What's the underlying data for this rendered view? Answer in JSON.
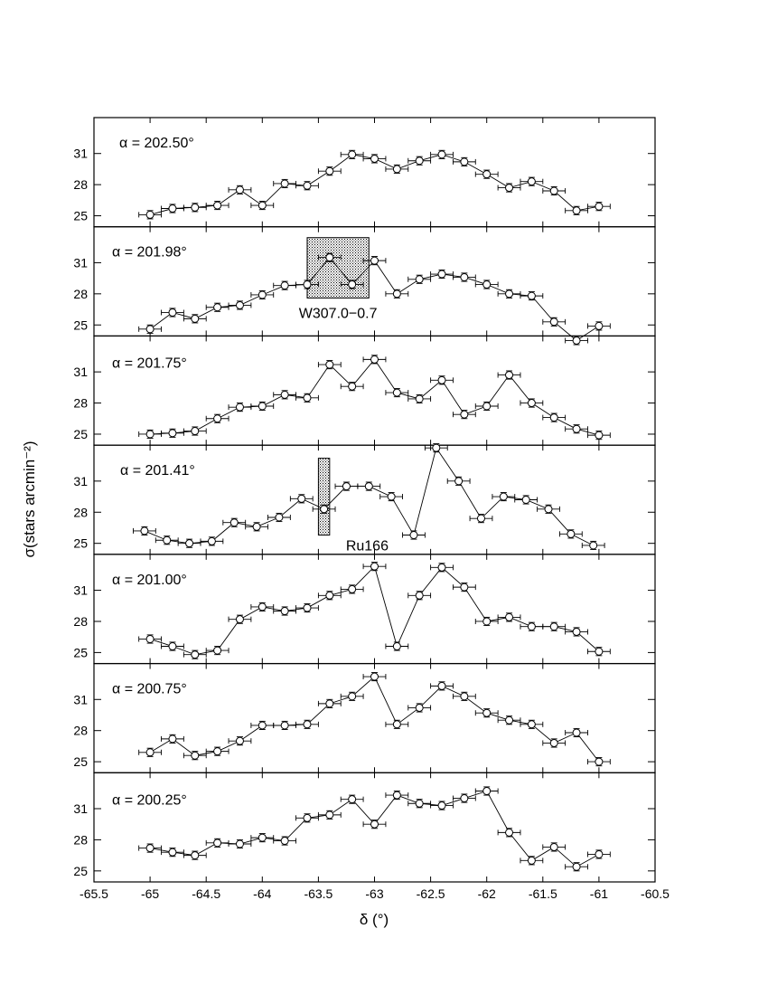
{
  "chart_data": {
    "type": "line",
    "xlabel": "δ (°)",
    "ylabel": "σ(stars arcmin⁻²)",
    "xlim": [
      -65.5,
      -60.5
    ],
    "xticks": [
      -65.5,
      -65,
      -64.5,
      -64,
      -63.5,
      -63,
      -62.5,
      -62,
      -61.5,
      -61,
      -60.5
    ],
    "xtick_labels": [
      "-65.5",
      "-65",
      "-64.5",
      "-64",
      "-63.5",
      "-63",
      "-62.5",
      "-62",
      "-61.5",
      "-61",
      "-60.5"
    ],
    "ylim": [
      24.2,
      34.2
    ],
    "yticks": [
      25,
      28,
      31
    ],
    "ytick_labels": [
      "25",
      "28",
      "31"
    ],
    "error_bar_x": 0.1,
    "error_bar_y": 0.4,
    "marker": "open-circle",
    "panels": [
      {
        "label": "α = 202.50°",
        "x": [
          -65,
          -64.8,
          -64.6,
          -64.4,
          -64.2,
          -64,
          -63.8,
          -63.6,
          -63.4,
          -63.2,
          -63,
          -62.8,
          -62.6,
          -62.4,
          -62.2,
          -62,
          -61.8,
          -61.6,
          -61.4,
          -61.2,
          -61
        ],
        "y": [
          25.1,
          25.7,
          25.8,
          26,
          27.5,
          26,
          28.1,
          27.9,
          29.3,
          30.9,
          30.5,
          29.5,
          30.3,
          30.9,
          30.2,
          29,
          27.7,
          28.3,
          27.4,
          25.5,
          25.9
        ]
      },
      {
        "label": "α = 201.98°",
        "x": [
          -65,
          -64.8,
          -64.6,
          -64.4,
          -64.2,
          -64,
          -63.8,
          -63.6,
          -63.4,
          -63.2,
          -63,
          -62.8,
          -62.6,
          -62.4,
          -62.2,
          -62,
          -61.8,
          -61.6,
          -61.4,
          -61.2,
          -61
        ],
        "y": [
          24.6,
          26.2,
          25.6,
          26.7,
          26.9,
          27.9,
          28.8,
          28.9,
          31.5,
          28.9,
          31.2,
          28,
          29.4,
          29.9,
          29.6,
          28.9,
          28,
          27.8,
          25.3,
          23.5,
          24.9
        ],
        "annotation": "W307.0−0.7",
        "region": [
          -63.6,
          -63.05
        ]
      },
      {
        "label": "α = 201.75°",
        "x": [
          -65,
          -64.8,
          -64.6,
          -64.4,
          -64.2,
          -64,
          -63.8,
          -63.6,
          -63.4,
          -63.2,
          -63,
          -62.8,
          -62.6,
          -62.4,
          -62.2,
          -62,
          -61.8,
          -61.6,
          -61.4,
          -61.2,
          -61
        ],
        "y": [
          25,
          25.1,
          25.3,
          26.5,
          27.6,
          27.7,
          28.8,
          28.5,
          31.7,
          29.6,
          32.2,
          29,
          28.4,
          30.2,
          26.9,
          27.7,
          30.7,
          28,
          26.6,
          25.5,
          24.9
        ]
      },
      {
        "label": "α = 201.41°",
        "x": [
          -65.05,
          -64.85,
          -64.65,
          -64.45,
          -64.25,
          -64.05,
          -63.85,
          -63.65,
          -63.45,
          -63.25,
          -63.05,
          -62.85,
          -62.65,
          -62.45,
          -62.25,
          -62.05,
          -61.85,
          -61.65,
          -61.45,
          -61.25,
          -61.05
        ],
        "y": [
          26.2,
          25.3,
          25,
          25.2,
          27,
          26.6,
          27.5,
          29.3,
          28.3,
          30.5,
          30.5,
          29.5,
          25.8,
          34.2,
          31,
          27.4,
          29.5,
          29.2,
          28.3,
          25.9,
          24.8
        ],
        "annotation": "Ru166",
        "region": [
          -63.5,
          -63.4
        ]
      },
      {
        "label": "α = 201.00°",
        "x": [
          -65,
          -64.8,
          -64.6,
          -64.4,
          -64.2,
          -64,
          -63.8,
          -63.6,
          -63.4,
          -63.2,
          -63,
          -62.8,
          -62.6,
          -62.4,
          -62.2,
          -62,
          -61.8,
          -61.6,
          -61.4,
          -61.2,
          -61
        ],
        "y": [
          26.3,
          25.6,
          24.8,
          25.2,
          28.2,
          29.4,
          29,
          29.3,
          30.5,
          31.1,
          33.3,
          25.6,
          30.5,
          33.2,
          31.3,
          28,
          28.4,
          27.5,
          27.5,
          27,
          25.1
        ]
      },
      {
        "label": "α = 200.75°",
        "x": [
          -65,
          -64.8,
          -64.6,
          -64.4,
          -64.2,
          -64,
          -63.8,
          -63.6,
          -63.4,
          -63.2,
          -63,
          -62.8,
          -62.6,
          -62.4,
          -62.2,
          -62,
          -61.8,
          -61.6,
          -61.4,
          -61.2,
          -61
        ],
        "y": [
          25.9,
          27.2,
          25.6,
          26,
          27,
          28.5,
          28.5,
          28.6,
          30.6,
          31.3,
          33.2,
          28.6,
          30.2,
          32.3,
          31.3,
          29.7,
          29,
          28.6,
          26.8,
          27.8,
          25
        ]
      },
      {
        "label": "α = 200.25°",
        "x": [
          -65,
          -64.8,
          -64.6,
          -64.4,
          -64.2,
          -64,
          -63.8,
          -63.6,
          -63.4,
          -63.2,
          -63,
          -62.8,
          -62.6,
          -62.4,
          -62.2,
          -62,
          -61.8,
          -61.6,
          -61.4,
          -61.2,
          -61
        ],
        "y": [
          27.2,
          26.8,
          26.5,
          27.7,
          27.6,
          28.2,
          27.9,
          30.1,
          30.4,
          31.9,
          29.5,
          32.3,
          31.5,
          31.3,
          32,
          32.7,
          28.7,
          26,
          27.3,
          25.4,
          26.6
        ]
      }
    ]
  }
}
